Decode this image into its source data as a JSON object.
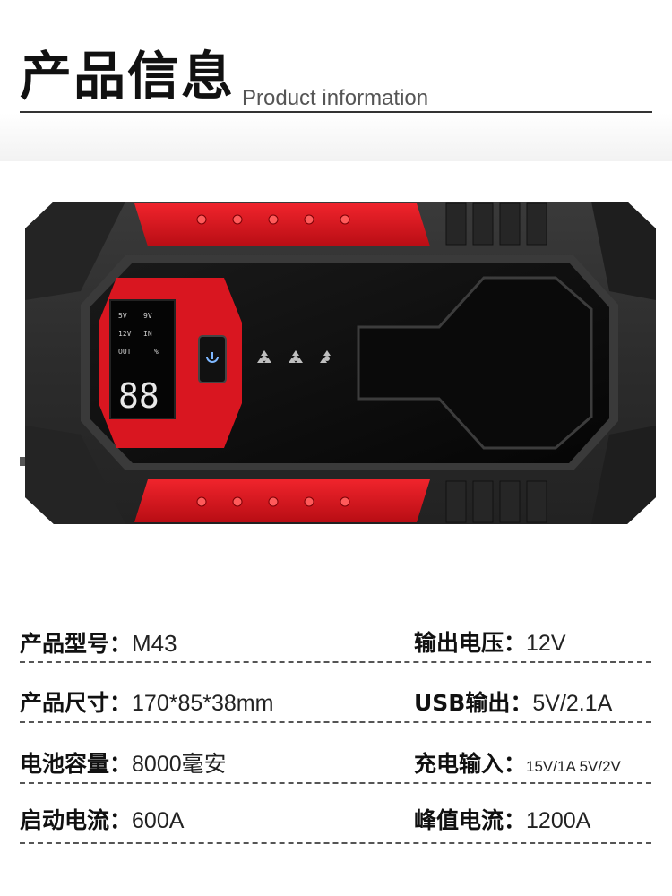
{
  "header": {
    "title_cn": "产品信息",
    "title_en": "Product information"
  },
  "product": {
    "lcd_small_text": [
      "5V",
      "9V",
      "12V",
      "IN",
      "OUT",
      "%"
    ],
    "lcd_digits": "88",
    "colors": {
      "body": "#2f2f2f",
      "panel": "#0d0d0d",
      "accent": "#e0131d"
    }
  },
  "specs": [
    {
      "key": "产品型号：",
      "value": "M43"
    },
    {
      "key": "输出电压：",
      "value": "12V"
    },
    {
      "key": "产品尺寸：",
      "value": "170*85*38mm"
    },
    {
      "key": "USB输出：",
      "value": "5V/2.1A"
    },
    {
      "key": "电池容量：",
      "value": "8000毫安"
    },
    {
      "key": "充电输入：",
      "value": "15V/1A  5V/2V"
    },
    {
      "key": "启动电流：",
      "value": "600A"
    },
    {
      "key": "峰值电流：",
      "value": "1200A"
    }
  ]
}
